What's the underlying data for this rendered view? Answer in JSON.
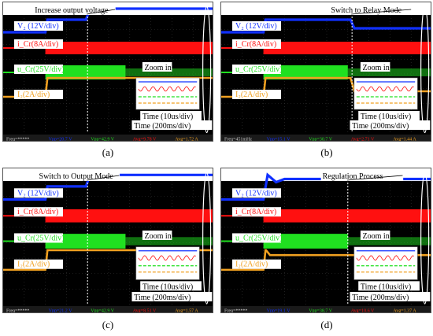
{
  "panels": [
    {
      "id": "a",
      "label": "(a)",
      "annotation": "Increase output voltage",
      "traces": [
        "V₂ (12V/div)",
        "i_Cr(8A/div)",
        "u_Cr(25V/div)",
        "I₂(2A/div)"
      ],
      "zoom_label": "Zoom in",
      "zoom_time": "Time (10us/div)",
      "time_label": "Time (200ms/div)",
      "status": [
        "Freq=*****",
        "Vpp=20.7 V",
        "Vpp=42.9 V",
        "Avg=9.78 V",
        "Avg=1.72 A"
      ]
    },
    {
      "id": "b",
      "label": "(b)",
      "annotation": "Switch to Relay Mode",
      "traces": [
        "V₂ (12V/div)",
        "i_Cr(8A/div)",
        "u_Cr(25V/div)",
        "I₂(2A/div)"
      ],
      "zoom_label": "Zoom in",
      "zoom_time": "Time (10us/div)",
      "time_label": "Time (200ms/div)",
      "status": [
        "Freq=451mHz",
        "Vpp=15.1 V",
        "Vpp=30.7 V",
        "Avg=2.71 V",
        "Avg=1.44 A"
      ]
    },
    {
      "id": "c",
      "label": "(c)",
      "annotation": "Switch to Output Mode",
      "traces": [
        "V₂ (12V/div)",
        "i_Cr(8A/div)",
        "u_Cr(25V/div)",
        "I₂(2A/div)"
      ],
      "zoom_label": "Zoom in",
      "zoom_time": "Time (10us/div)",
      "time_label": "Time (200ms/div)",
      "status": [
        "Freq=*****",
        "Vpp=21.2 V",
        "Vpp=42.9 V",
        "Avg=8.51 V",
        "Avg=1.57 A"
      ]
    },
    {
      "id": "d",
      "label": "(d)",
      "annotation": "Regulation Process",
      "traces": [
        "V₂ (12V/div)",
        "i_Cr(8A/div)",
        "u_Cr(25V/div)",
        "I₂(2A/div)"
      ],
      "zoom_label": "Zoom in",
      "zoom_time": "Time (10us/div)",
      "time_label": "Time (200ms/div)",
      "status": [
        "Freq=*****",
        "Vpp=19.1 V",
        "Vpp=38.7 V",
        "Avg=10.6 V",
        "Avg=1.37 A"
      ]
    }
  ],
  "colors": {
    "v2": "#1030ff",
    "icr": "#ff1010",
    "ucr": "#20e020",
    "i2": "#f0a020",
    "background": "#000000"
  },
  "chart_data": [
    {
      "type": "line",
      "panel": "a",
      "series": [
        {
          "name": "V₂ (12V/div)",
          "x": [
            0,
            0.2,
            0.39,
            0.4,
            1.0
          ],
          "values": [
            1.5,
            2.3,
            2.3,
            3.3,
            3.3
          ]
        },
        {
          "name": "I₂(2A/div)",
          "x": [
            0,
            0.2,
            0.39,
            0.4,
            1.0
          ],
          "values": [
            0,
            1.3,
            1.3,
            1.8,
            1.8
          ]
        }
      ]
    },
    {
      "type": "line",
      "panel": "b",
      "series": [
        {
          "name": "V₂ (12V/div)",
          "x": [
            0,
            0.2,
            0.6,
            0.62,
            1.0
          ],
          "values": [
            1.5,
            2.3,
            2.3,
            1.4,
            1.4
          ]
        },
        {
          "name": "I₂(2A/div)",
          "x": [
            0,
            0.2,
            0.6,
            0.62,
            1.0
          ],
          "values": [
            0,
            1.3,
            1.3,
            0.9,
            0.9
          ]
        }
      ]
    },
    {
      "type": "line",
      "panel": "c",
      "series": [
        {
          "name": "V₂ (12V/div)",
          "x": [
            0,
            0.2,
            0.39,
            0.4,
            1.0
          ],
          "values": [
            1.5,
            2.0,
            2.0,
            3.0,
            3.0
          ]
        },
        {
          "name": "I₂(2A/div)",
          "x": [
            0,
            0.2,
            0.39,
            0.4,
            1.0
          ],
          "values": [
            0,
            1.2,
            1.2,
            1.7,
            1.7
          ]
        }
      ]
    },
    {
      "type": "line",
      "panel": "d",
      "series": [
        {
          "name": "V₂ (12V/div)",
          "x": [
            0,
            0.2,
            0.6,
            1.0
          ],
          "values": [
            1.5,
            3.0,
            2.6,
            2.6
          ]
        },
        {
          "name": "I₂(2A/div)",
          "x": [
            0,
            0.2,
            0.6,
            1.0
          ],
          "values": [
            0,
            1.7,
            1.4,
            1.4
          ]
        }
      ]
    }
  ]
}
